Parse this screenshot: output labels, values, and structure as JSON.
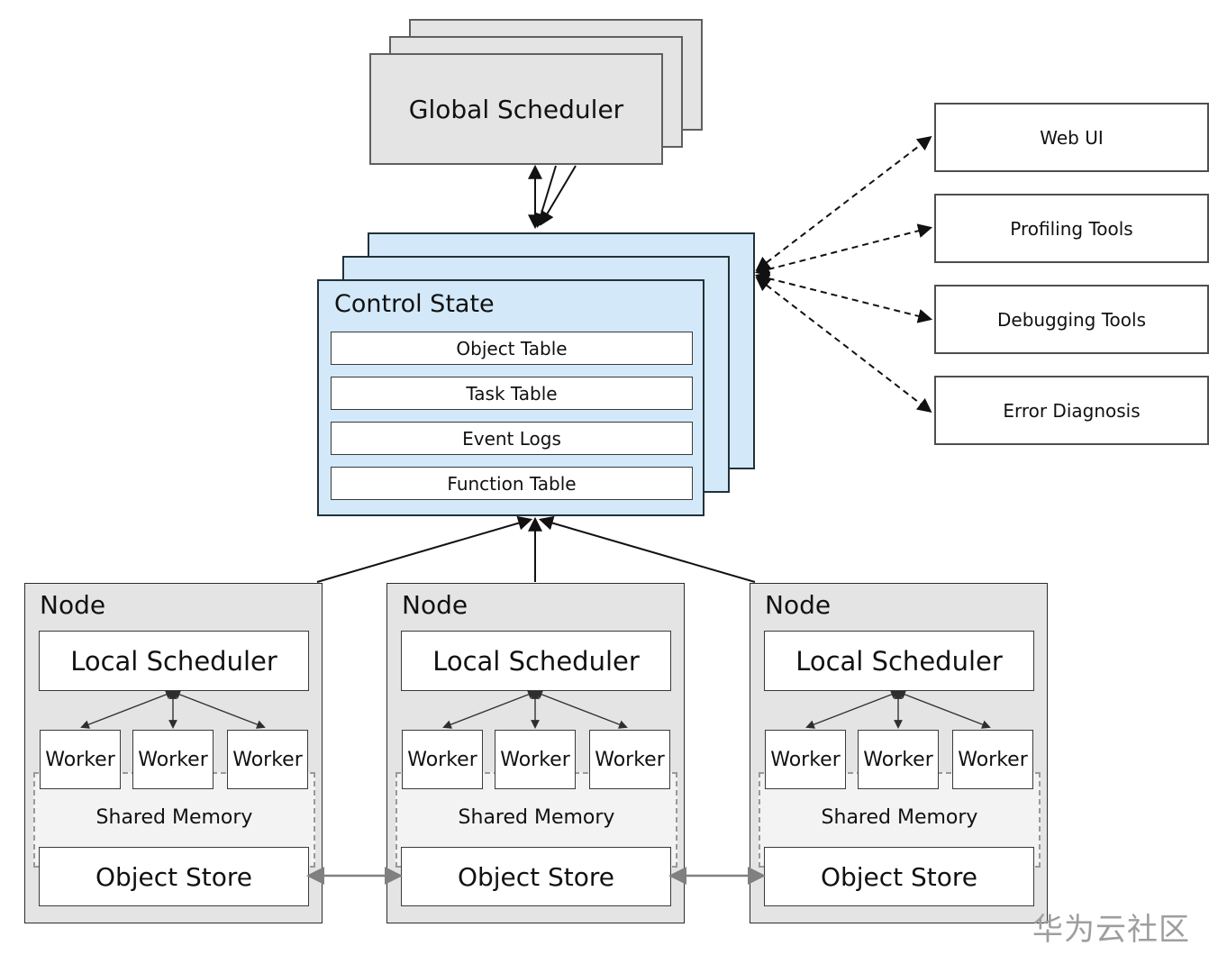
{
  "diagram": {
    "global_scheduler": {
      "label": "Global Scheduler"
    },
    "control_state": {
      "title": "Control State",
      "tables": [
        "Object Table",
        "Task Table",
        "Event Logs",
        "Function Table"
      ]
    },
    "tools": [
      "Web UI",
      "Profiling Tools",
      "Debugging Tools",
      "Error Diagnosis"
    ],
    "nodes": [
      {
        "title": "Node",
        "local_scheduler": "Local Scheduler",
        "workers": [
          "Worker",
          "Worker",
          "Worker"
        ],
        "shared_memory": "Shared Memory",
        "object_store": "Object Store"
      },
      {
        "title": "Node",
        "local_scheduler": "Local Scheduler",
        "workers": [
          "Worker",
          "Worker",
          "Worker"
        ],
        "shared_memory": "Shared Memory",
        "object_store": "Object Store"
      },
      {
        "title": "Node",
        "local_scheduler": "Local Scheduler",
        "workers": [
          "Worker",
          "Worker",
          "Worker"
        ],
        "shared_memory": "Shared Memory",
        "object_store": "Object Store"
      }
    ],
    "watermark": "华为云社区",
    "colors": {
      "control_state_fill": "#d3e9f9",
      "gray_box_fill": "#e4e4e4",
      "shared_memory_fill": "#f3f3f3",
      "arrow_black": "#111111",
      "arrow_gray": "#808080",
      "dashed_border_gray": "#999999",
      "watermark_gray": "#9e9e9e"
    }
  }
}
